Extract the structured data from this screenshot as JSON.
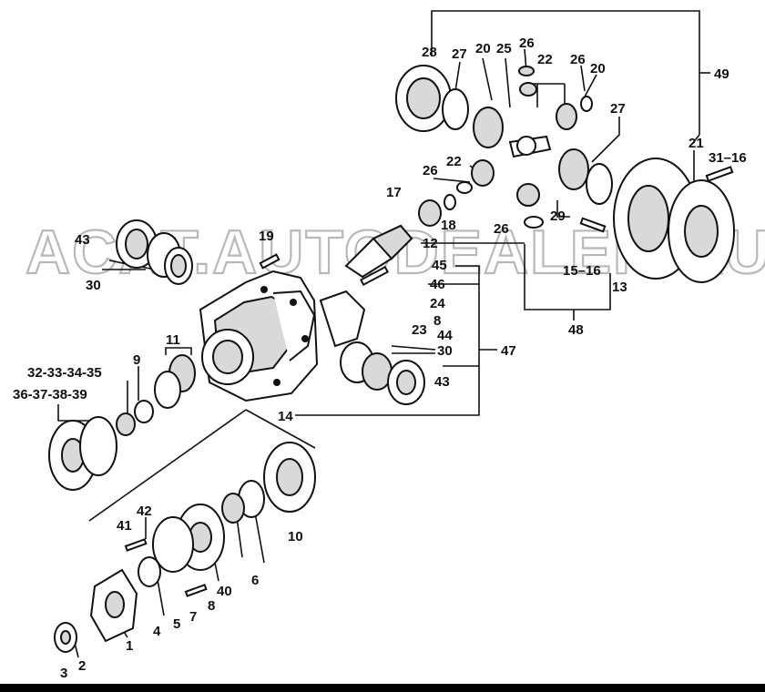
{
  "watermark": "ACAT.AUTODEALER.RU",
  "labels": [
    {
      "id": "l28",
      "text": "28"
    },
    {
      "id": "l27a",
      "text": "27"
    },
    {
      "id": "l20a",
      "text": "20"
    },
    {
      "id": "l25",
      "text": "25"
    },
    {
      "id": "l26a",
      "text": "26"
    },
    {
      "id": "l22a",
      "text": "22"
    },
    {
      "id": "l26b",
      "text": "26"
    },
    {
      "id": "l20b",
      "text": "20"
    },
    {
      "id": "l49",
      "text": "49"
    },
    {
      "id": "l27b",
      "text": "27"
    },
    {
      "id": "l21",
      "text": "21"
    },
    {
      "id": "l31_16",
      "text": "31–16"
    },
    {
      "id": "l26c",
      "text": "26"
    },
    {
      "id": "l22b",
      "text": "22"
    },
    {
      "id": "l17",
      "text": "17"
    },
    {
      "id": "l18",
      "text": "18"
    },
    {
      "id": "l29",
      "text": "29"
    },
    {
      "id": "l26d",
      "text": "26"
    },
    {
      "id": "l12",
      "text": "12"
    },
    {
      "id": "l43a",
      "text": "43"
    },
    {
      "id": "l19",
      "text": "19"
    },
    {
      "id": "l15_16",
      "text": "15–16"
    },
    {
      "id": "l13",
      "text": "13"
    },
    {
      "id": "l30a",
      "text": "30"
    },
    {
      "id": "l45",
      "text": "45"
    },
    {
      "id": "l46",
      "text": "46"
    },
    {
      "id": "l24",
      "text": "24"
    },
    {
      "id": "l48",
      "text": "48"
    },
    {
      "id": "l8a",
      "text": "8"
    },
    {
      "id": "l23",
      "text": "23"
    },
    {
      "id": "l44",
      "text": "44"
    },
    {
      "id": "l11",
      "text": "11"
    },
    {
      "id": "l30b",
      "text": "30"
    },
    {
      "id": "l47",
      "text": "47"
    },
    {
      "id": "l9",
      "text": "9"
    },
    {
      "id": "l32_35",
      "text": "32-33-34-35"
    },
    {
      "id": "l43b",
      "text": "43"
    },
    {
      "id": "l36_39",
      "text": "36-37-38-39"
    },
    {
      "id": "l14",
      "text": "14"
    },
    {
      "id": "l42",
      "text": "42"
    },
    {
      "id": "l41",
      "text": "41"
    },
    {
      "id": "l10",
      "text": "10"
    },
    {
      "id": "l6",
      "text": "6"
    },
    {
      "id": "l40",
      "text": "40"
    },
    {
      "id": "l7",
      "text": "7"
    },
    {
      "id": "l8b",
      "text": "8"
    },
    {
      "id": "l1",
      "text": "1"
    },
    {
      "id": "l4",
      "text": "4"
    },
    {
      "id": "l5",
      "text": "5"
    },
    {
      "id": "l2",
      "text": "2"
    },
    {
      "id": "l3",
      "text": "3"
    }
  ]
}
